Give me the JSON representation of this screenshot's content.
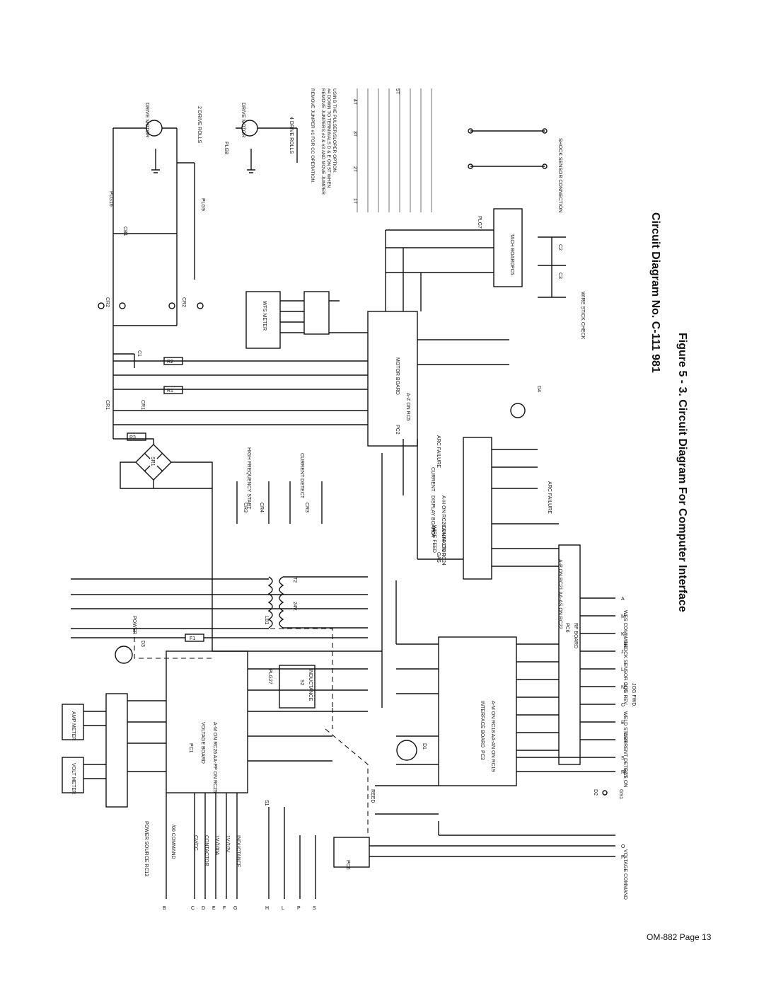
{
  "caption": {
    "title": "Circuit Diagram No. C-111 981",
    "figure": "Figure 5 - 3. Circuit Diagram For Computer Interface"
  },
  "page_footer": "OM-882 Page 13",
  "boards": {
    "pc1": "PC1",
    "pc1_name": "VOLTAGE BOARD",
    "pc1_conn": "A-M ON RC26  AA-PP ON RC25",
    "pc2": "PC2",
    "pc2_name": "MOTOR BOARD",
    "pc2_conn": "A-Z ON RC5",
    "pc3": "PC3",
    "pc3_name": "INTERFACE BOARD",
    "pc3_conn": "A-M ON RC18  AA-AN ON RC19",
    "pc4": "PC4",
    "pc4_name": "DISPLAY BOARD",
    "pc4_conn": "A-H ON RC20  AA-AF ON RC24",
    "pc5": "PC5",
    "pc5_name": "TACH BOARD",
    "pc6": "PC6",
    "pc6_name": "RF BOARD",
    "pc6_conn": "A-P ON RC21  AA-AS ON RC22"
  },
  "components": {
    "drive_motor": "DRIVE MOTOR",
    "drive_rolls_2": "2 DRIVE ROLLS",
    "drive_rolls_4": "4 DRIVE ROLLS",
    "wfs_meter": "WFS METER",
    "amp_meter": "AMP METER",
    "volt_meter": "VOLT METER",
    "power": "POWER",
    "transformer": "T2",
    "transformer_v": "24V.",
    "s2": "S2",
    "s2_name": "INDUCTANCE",
    "s1": "S1",
    "sr1": "SR1",
    "cr1": "CR1",
    "cr2": "CR2",
    "cr3": "CR3",
    "cr4": "CR4",
    "r1": "R1",
    "r2": "R2",
    "r3": "R3",
    "c1": "C1",
    "c2": "C2",
    "c3": "C3",
    "f1": "F1",
    "lb1": "LB1",
    "d1": "D1",
    "d2": "D2",
    "d3": "D3",
    "d4": "D4",
    "gs1": "GS1",
    "reed": "REED",
    "cb1": "CB1",
    "plg8": "PLG8",
    "plg9": "PLG9",
    "plg16": "PLG16",
    "plg7": "PLG7",
    "plg27": "PLG27"
  },
  "pc4_outputs": [
    "GAS",
    "WIRE FEED",
    "CONTACTOR",
    "CURRENT",
    "ARC FAILURE"
  ],
  "relay_labels": [
    "HIGH FREQUENCY START",
    "CURRENT DETECT"
  ],
  "arc_failure": "ARC FAILURE",
  "shock_sensor": "SHOCK SENSOR CONNECTION",
  "wire_stick_check": "WIRE STICK CHECK",
  "power_source": "POWER SOURCE RC13",
  "left_terminals": [
    {
      "pin": "B",
      "label": "/00 COMMAND"
    },
    {
      "pin": "C",
      "label": "CV/CC"
    },
    {
      "pin": "D",
      "label": "CONTACTOR"
    },
    {
      "pin": "E",
      "label": "1V./100A"
    },
    {
      "pin": "F",
      "label": "1V./10V."
    },
    {
      "pin": "G",
      "label": "INDUCTANCE"
    },
    {
      "pin": "H",
      "label": ""
    },
    {
      "pin": "L",
      "label": ""
    },
    {
      "pin": "P",
      "label": ""
    },
    {
      "pin": "S",
      "label": ""
    }
  ],
  "right_terminals": [
    {
      "pin": "A",
      "label": "WFS COMMAND"
    },
    {
      "pin": "M",
      "label": ""
    },
    {
      "pin": "K",
      "label": "SHOCK SENSOR OUT"
    },
    {
      "pin": "J",
      "label": ""
    },
    {
      "pin": "L",
      "label": "JOG REV."
    },
    {
      "pin": "N",
      "label": "JOG FWD."
    },
    {
      "pin": "C",
      "label": "WELD START"
    },
    {
      "pin": "E",
      "label": "CURRENT DETECT"
    },
    {
      "pin": "S",
      "label": "GAS ON"
    },
    {
      "pin": "R",
      "label": ""
    },
    {
      "pin": "O",
      "label": "VOLTAGE COMMAND"
    },
    {
      "pin": "P",
      "label": ""
    }
  ],
  "notes": [
    "REMOVE JUMPER #1 FOR CC OPERATION.",
    "REMOVE JUMPERS #2 & #3 AND MOVE JUMPER",
    "#4 DOWN TO TERMINALS D & E ON 5T WHEN",
    "USING THE PULSER/SLOPER OPTION."
  ],
  "terminal_strips": [
    "1T",
    "2T",
    "3T",
    "4T",
    "5T"
  ]
}
